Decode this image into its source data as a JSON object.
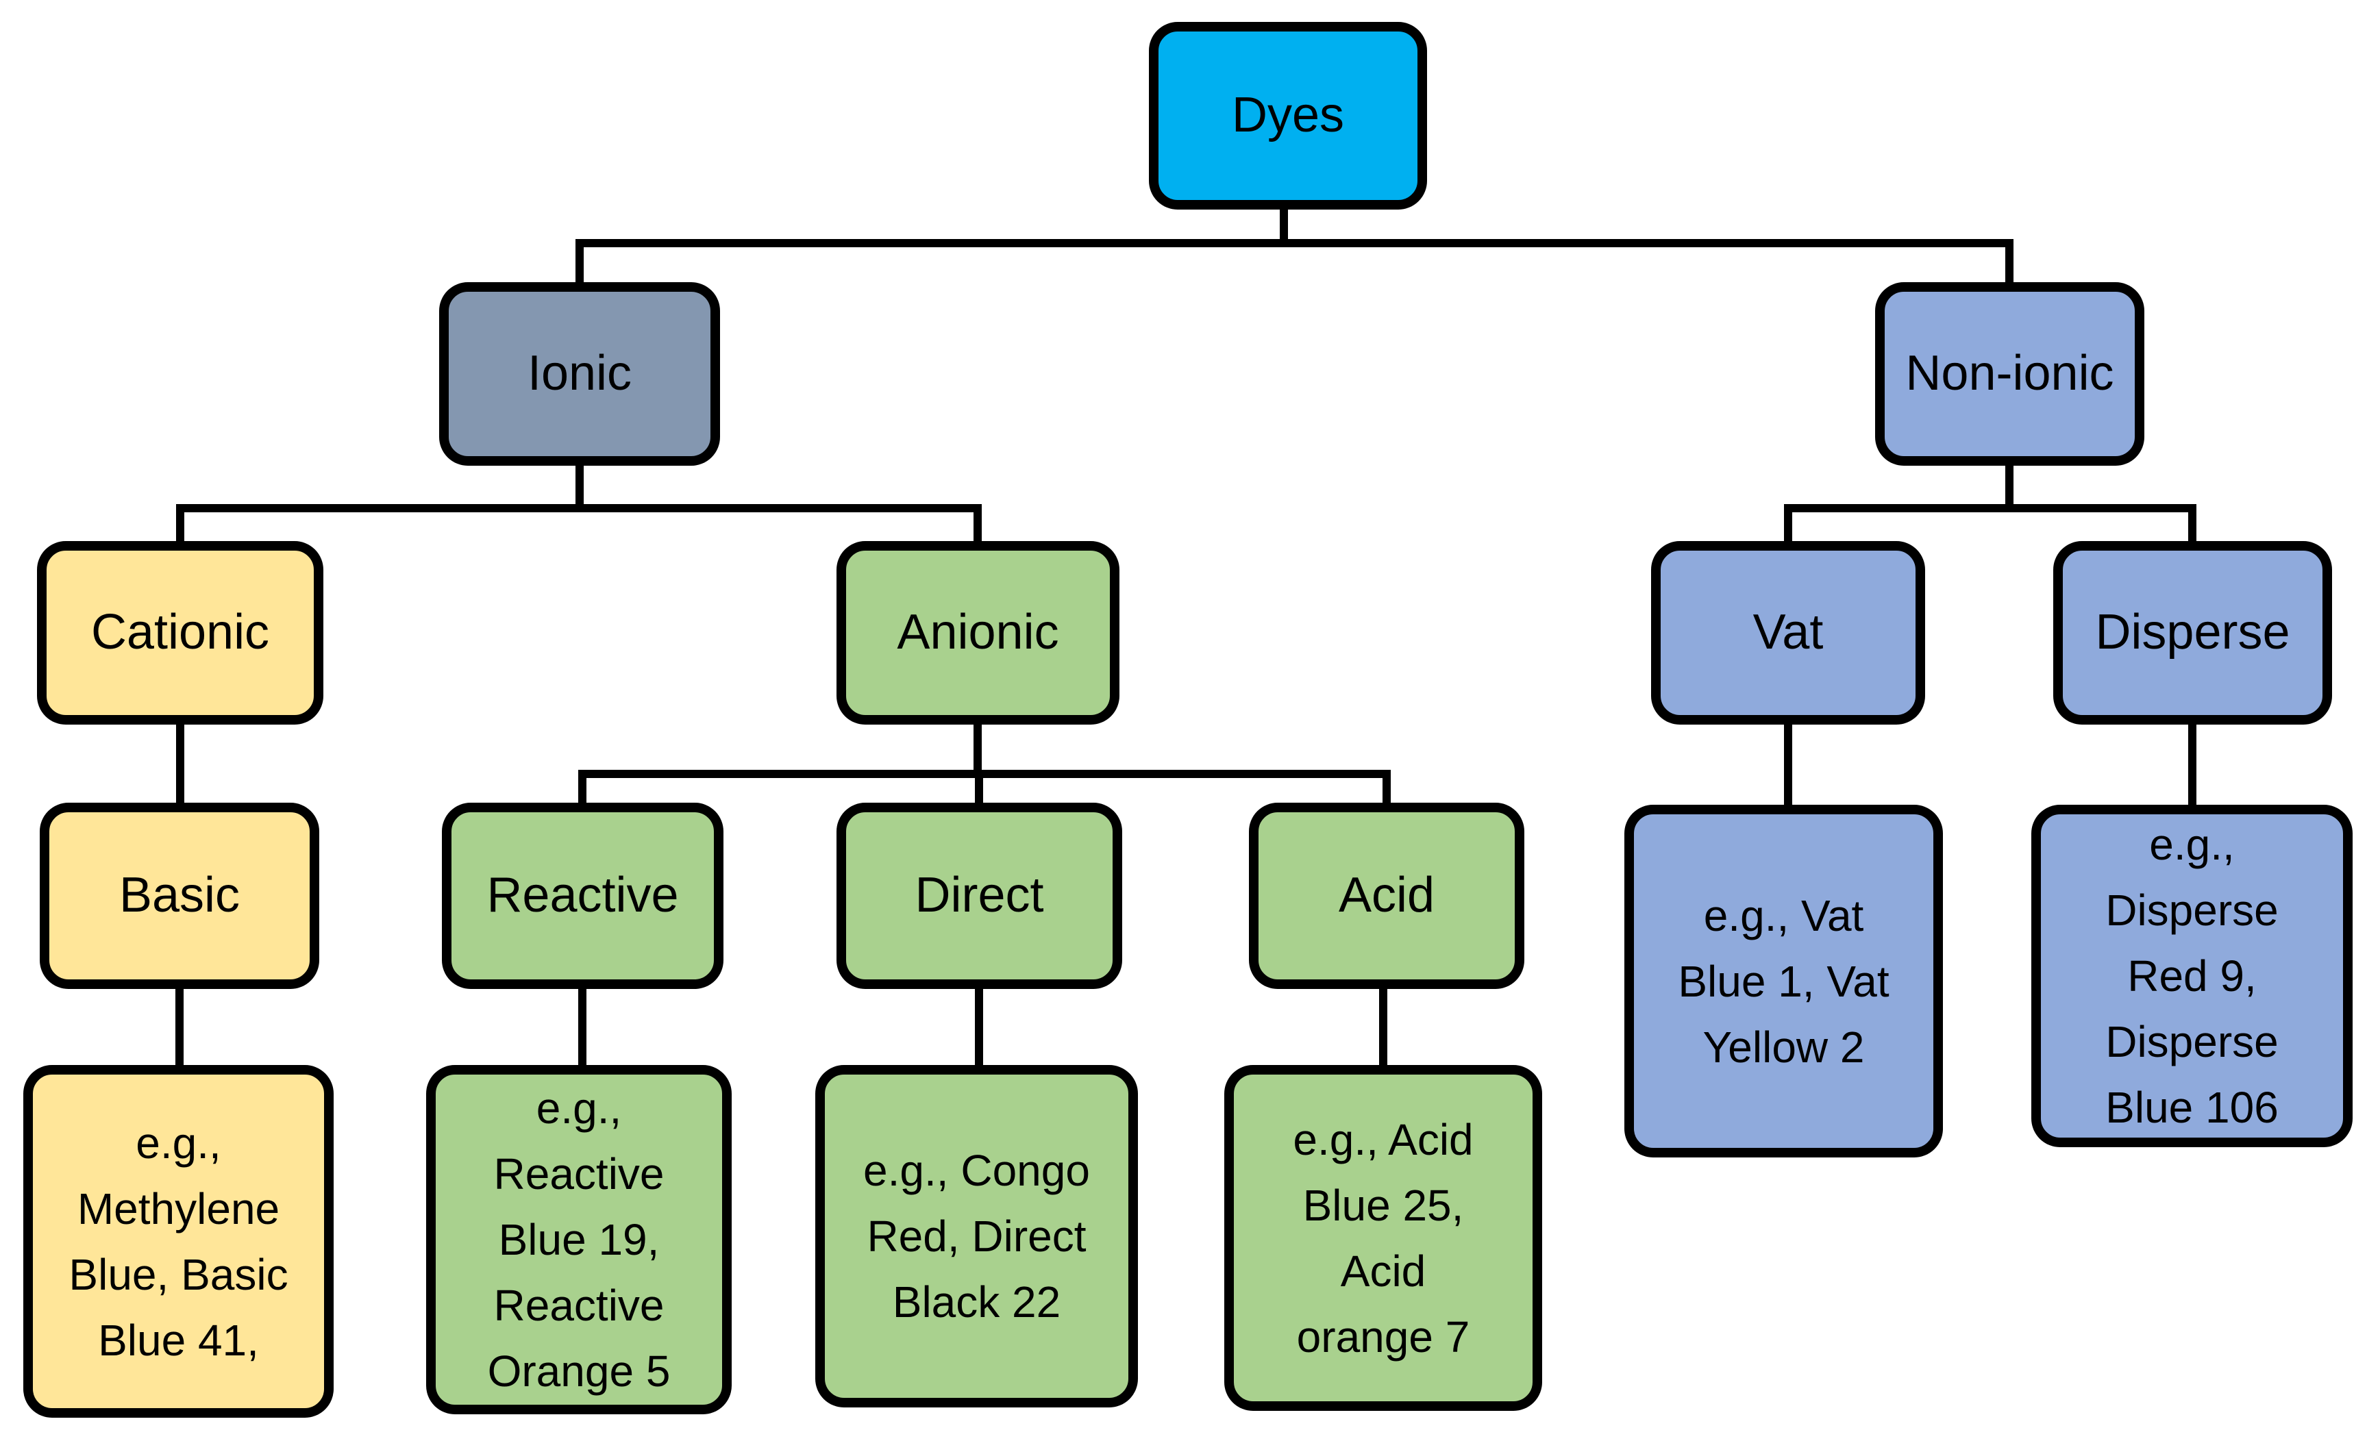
{
  "diagram": {
    "background_color": "#FFFFFF",
    "line_color": "#000000",
    "palette": {
      "root_cyan": "#00B0F0",
      "ionic_slate": "#8497B0",
      "nonionic_periwinkle": "#8FAADC",
      "cationic_yellow": "#FFE699",
      "anionic_green": "#A9D18E"
    },
    "nodes": {
      "dyes": {
        "label": "Dyes",
        "fill": "#00B0F0"
      },
      "ionic": {
        "label": "Ionic",
        "fill": "#8497B0"
      },
      "nonionic": {
        "label": "Non-ionic",
        "fill": "#8FAADC"
      },
      "cationic": {
        "label": "Cationic",
        "fill": "#FFE699"
      },
      "anionic": {
        "label": "Anionic",
        "fill": "#A9D18E"
      },
      "vat": {
        "label": "Vat",
        "fill": "#8FAADC"
      },
      "disperse": {
        "label": "Disperse",
        "fill": "#8FAADC"
      },
      "basic": {
        "label": "Basic",
        "fill": "#FFE699"
      },
      "reactive": {
        "label": "Reactive",
        "fill": "#A9D18E"
      },
      "direct": {
        "label": "Direct",
        "fill": "#A9D18E"
      },
      "acid": {
        "label": "Acid",
        "fill": "#A9D18E"
      },
      "basic_examples": {
        "label": "e.g.,\nMethylene\nBlue, Basic\nBlue 41,",
        "fill": "#FFE699"
      },
      "reactive_examples": {
        "label": "e.g.,\nReactive\nBlue 19,\nReactive\nOrange 5",
        "fill": "#A9D18E"
      },
      "direct_examples": {
        "label": "e.g., Congo\nRed, Direct\nBlack 22",
        "fill": "#A9D18E"
      },
      "acid_examples": {
        "label": "e.g., Acid\nBlue 25,\nAcid\norange 7",
        "fill": "#A9D18E"
      },
      "vat_examples": {
        "label": "e.g., Vat\nBlue 1, Vat\nYellow 2",
        "fill": "#8FAADC"
      },
      "disperse_examples": {
        "label": "e.g.,\nDisperse\nRed 9,\nDisperse\nBlue 106",
        "fill": "#8FAADC"
      }
    },
    "hierarchy": {
      "Dyes": {
        "Ionic": {
          "Cationic": {
            "Basic": [
              "Methylene Blue",
              "Basic Blue 41"
            ]
          },
          "Anionic": {
            "Reactive": [
              "Reactive Blue 19",
              "Reactive Orange 5"
            ],
            "Direct": [
              "Congo Red",
              "Direct Black 22"
            ],
            "Acid": [
              "Acid Blue 25",
              "Acid orange 7"
            ]
          }
        },
        "Non-ionic": {
          "Vat": [
            "Vat Blue 1",
            "Vat Yellow 2"
          ],
          "Disperse": [
            "Disperse Red 9",
            "Disperse Blue 106"
          ]
        }
      }
    }
  }
}
